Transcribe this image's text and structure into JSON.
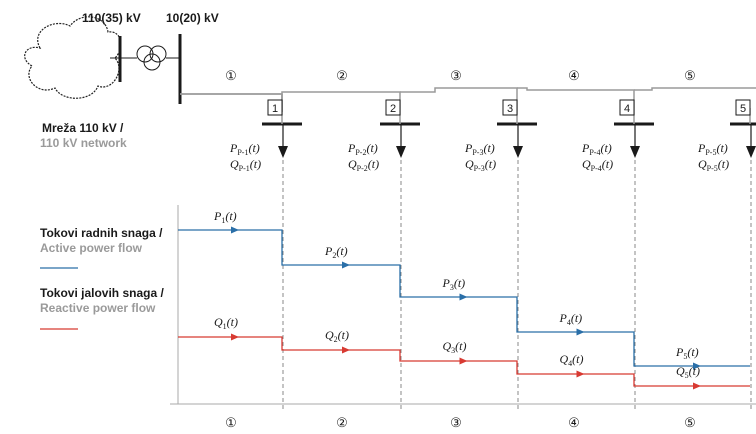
{
  "voltage_labels": {
    "hv": "110(35) kV",
    "mv": "10(20) kV"
  },
  "network_label": {
    "line1": "Mreža 110 kV /",
    "line2": "110 kV network"
  },
  "legend": {
    "active": {
      "line1": "Tokovi radnih snaga /",
      "line2": "Active power flow",
      "color": "#2a6fa8"
    },
    "reactive": {
      "line1": "Tokovi jalovih snaga /",
      "line2": "Reactive power flow",
      "color": "#d83a32"
    }
  },
  "sections": [
    "①",
    "②",
    "③",
    "④",
    "⑤"
  ],
  "nodes": [
    {
      "box": "1",
      "p_base": "P",
      "p_sub": "P-1",
      "q_base": "Q",
      "q_sub": "P-1",
      "arg": "(t)"
    },
    {
      "box": "2",
      "p_base": "P",
      "p_sub": "P-2",
      "q_base": "Q",
      "q_sub": "P-2",
      "arg": "(t)"
    },
    {
      "box": "3",
      "p_base": "P",
      "p_sub": "P-3",
      "q_base": "Q",
      "q_sub": "P-3",
      "arg": "(t)"
    },
    {
      "box": "4",
      "p_base": "P",
      "p_sub": "P-4",
      "q_base": "Q",
      "q_sub": "P-4",
      "arg": "(t)"
    },
    {
      "box": "5",
      "p_base": "P",
      "p_sub": "P-5",
      "q_base": "Q",
      "q_sub": "P-5",
      "arg": "(t)"
    }
  ],
  "flows": {
    "active": [
      {
        "base": "P",
        "sub": "1",
        "arg": "(t)"
      },
      {
        "base": "P",
        "sub": "2",
        "arg": "(t)"
      },
      {
        "base": "P",
        "sub": "3",
        "arg": "(t)"
      },
      {
        "base": "P",
        "sub": "4",
        "arg": "(t)"
      },
      {
        "base": "P",
        "sub": "5",
        "arg": "(t)"
      }
    ],
    "reactive": [
      {
        "base": "Q",
        "sub": "1",
        "arg": "(t)"
      },
      {
        "base": "Q",
        "sub": "2",
        "arg": "(t)"
      },
      {
        "base": "Q",
        "sub": "3",
        "arg": "(t)"
      },
      {
        "base": "Q",
        "sub": "4",
        "arg": "(t)"
      },
      {
        "base": "Q",
        "sub": "5",
        "arg": "(t)"
      }
    ]
  },
  "colors": {
    "line": "#1a1a1a",
    "grey_line": "#9a9a9a",
    "dashed": "#888888"
  }
}
